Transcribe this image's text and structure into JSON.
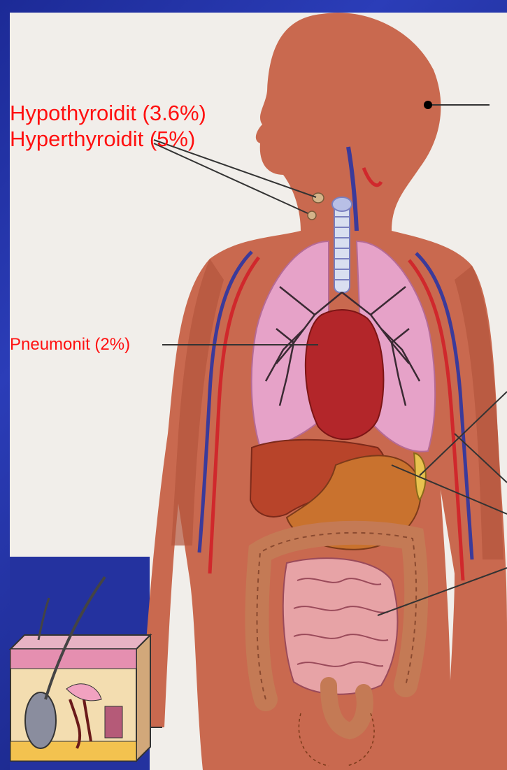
{
  "labels": {
    "hypothyroid": "Hypothyroidit (3.6%)",
    "hyperthyroid": "Hyperthyroidit (5%)",
    "pneumonitis": "Pneumonit (2%)"
  },
  "colors": {
    "background": "#2233a8",
    "label_text": "#ff1010",
    "body": "#c9694f",
    "lungs": "#e6a2c8",
    "heart": "#b3262a",
    "liver": "#b8442a",
    "stomach": "#c9722e",
    "intestine": "#c47a55"
  }
}
